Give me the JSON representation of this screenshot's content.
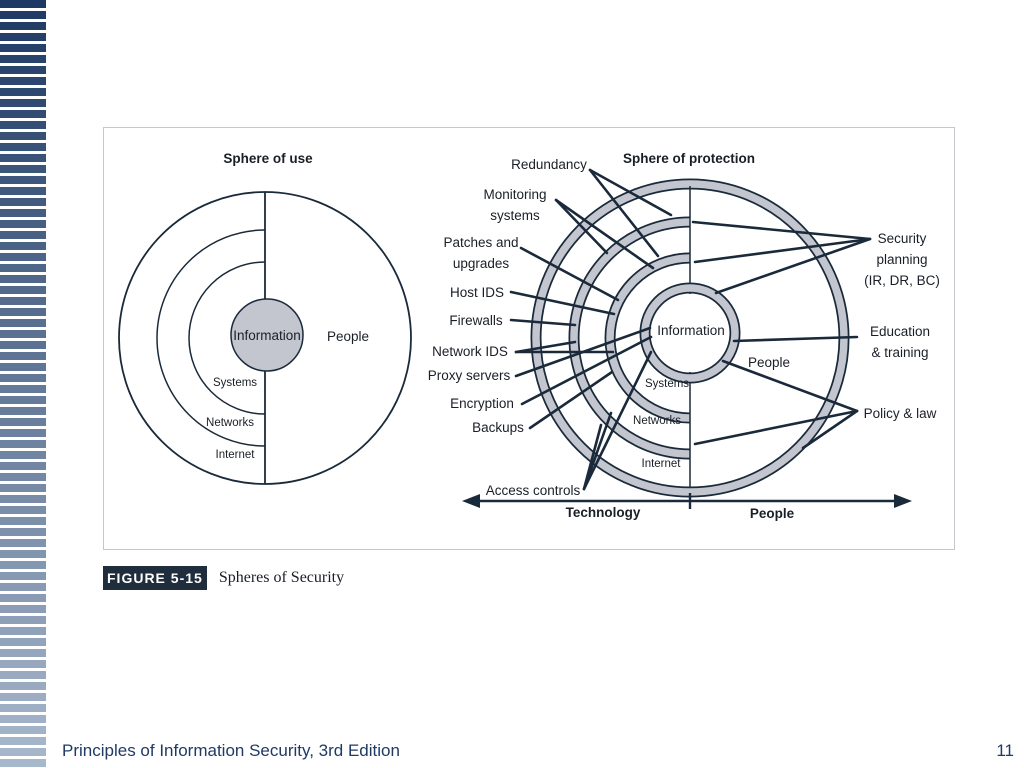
{
  "slide": {
    "footer_title": "Principles of Information Security, 3rd Edition",
    "page_number": "11"
  },
  "figure": {
    "badge": "FIGURE 5-15",
    "title": "Spheres of Security"
  },
  "sphere_of_use": {
    "title": "Sphere of use",
    "center": "Information",
    "rings": [
      "Systems",
      "Networks",
      "Internet"
    ],
    "right_label": "People"
  },
  "sphere_of_protection": {
    "title": "Sphere of protection",
    "center": "Information",
    "rings": [
      "Systems",
      "Networks",
      "Internet"
    ],
    "people_label": "People",
    "left_labels": [
      {
        "id": "redundancy",
        "text": "Redundancy"
      },
      {
        "id": "monitoring",
        "text": "Monitoring\nsystems"
      },
      {
        "id": "patches",
        "text": "Patches and\nupgrades"
      },
      {
        "id": "hostids",
        "text": "Host IDS"
      },
      {
        "id": "firewalls",
        "text": "Firewalls"
      },
      {
        "id": "netids",
        "text": "Network IDS"
      },
      {
        "id": "proxy",
        "text": "Proxy servers"
      },
      {
        "id": "encryption",
        "text": "Encryption"
      },
      {
        "id": "backups",
        "text": "Backups"
      },
      {
        "id": "access",
        "text": "Access controls"
      }
    ],
    "right_labels": [
      {
        "id": "secplan",
        "text": "Security\nplanning\n(IR, DR, BC)"
      },
      {
        "id": "education",
        "text": "Education\n& training"
      },
      {
        "id": "policy",
        "text": "Policy & law"
      }
    ],
    "axis": {
      "left": "Technology",
      "right": "People"
    }
  }
}
